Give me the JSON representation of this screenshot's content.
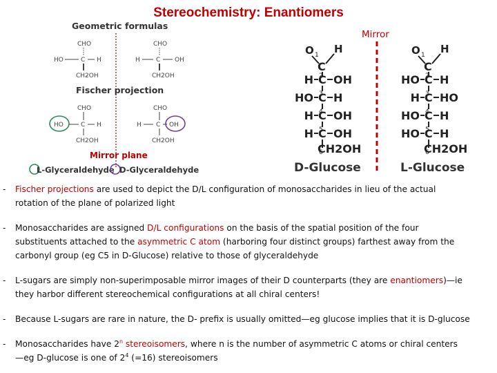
{
  "title": "Stereochemistry: Enantiomers",
  "left_panel": {
    "geometric_header": "Geometric formulas",
    "fischer_header": "Fischer projection",
    "mirror_plane_label": "Mirror plane",
    "l_glyceraldehyde": "L-Glyceraldehyde",
    "d_glyceraldehyde": "D-Glyceraldehyde",
    "cho": "CHO",
    "ch2oh": "CH2OH",
    "c": "C",
    "h": "H",
    "ho": "HO",
    "oh": "OH",
    "colors": {
      "red": "#c00000",
      "green": "#2e8b57",
      "purple": "#6b3fa0"
    }
  },
  "right_panel": {
    "mirror_label": "Mirror",
    "d_glucose_label": "D-Glucose",
    "l_glucose_label": "L-Glucose",
    "top_o": "O",
    "top_h": "H",
    "bottom_group": "CH2OH",
    "carbon_numbers": [
      "1",
      "2",
      "3",
      "4",
      "5",
      "6"
    ],
    "d_rows": [
      {
        "left": "H",
        "right": "OH"
      },
      {
        "left": "HO",
        "right": "H"
      },
      {
        "left": "H",
        "right": "OH"
      },
      {
        "left": "H",
        "right": "OH"
      }
    ],
    "l_rows": [
      {
        "left": "HO",
        "right": "H"
      },
      {
        "left": "H",
        "right": "HO"
      },
      {
        "left": "HO",
        "right": "H"
      },
      {
        "left": "HO",
        "right": "H"
      }
    ]
  },
  "bullets": {
    "b1": {
      "l1_hl": "Fischer projections",
      "l1_rest": " are used to depict the D/L configuration of monosaccharides in lieu of the actual",
      "l2": "rotation of the plane of polarized light"
    },
    "b2": {
      "l1_a": "Monosaccharides are assigned ",
      "l1_hl": "D/L configurations",
      "l1_b": " on the basis of the spatial position of the four",
      "l2_a": "substituents attached to the ",
      "l2_hl": "asymmetric C atom",
      "l2_b": " (harboring four distinct groups) farthest away from the",
      "l3": "carbonyl group (eg C5 in D-Glucose) relative to those of glyceraldehyde"
    },
    "b3": {
      "l1_a": "L-sugars are simply non-superimposable mirror images of their D counterparts (they are ",
      "l1_hl": "enantiomers",
      "l1_b": ")—ie",
      "l2": "they harbor different stereochemical configurations at all chiral centers!"
    },
    "b4": {
      "l1": "Because L-sugars are rare in nature, the D- prefix is usually omitted—eg glucose implies that it is D-glucose"
    },
    "b5": {
      "l1_a": "Monosaccharides have 2",
      "l1_sup": "n",
      "l1_b": " stereoisomers",
      "l1_c": ", where n is the number of asymmetric C atoms or chiral centers",
      "l2_a": "—eg D-glucose is one of 2",
      "l2_sup": "4",
      "l2_b": " (=16) stereoisomers"
    }
  }
}
